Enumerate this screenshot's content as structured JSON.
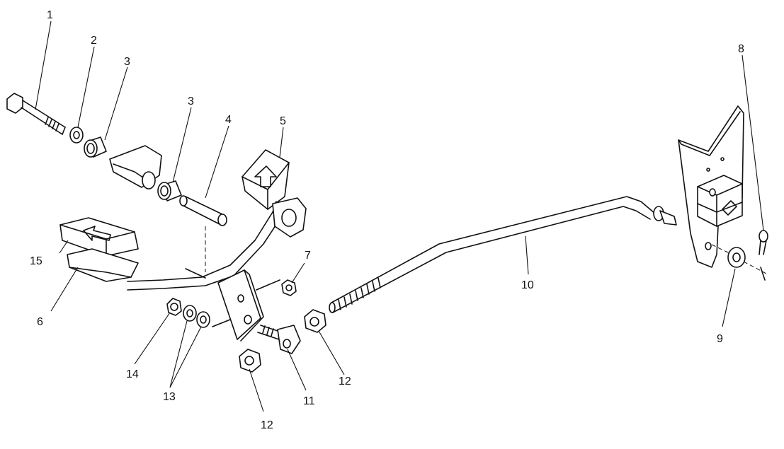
{
  "callouts": [
    {
      "id": "c1",
      "text": "1"
    },
    {
      "id": "c2",
      "text": "2"
    },
    {
      "id": "c3a",
      "text": "3"
    },
    {
      "id": "c3b",
      "text": "3"
    },
    {
      "id": "c4",
      "text": "4"
    },
    {
      "id": "c5",
      "text": "5"
    },
    {
      "id": "c6",
      "text": "6"
    },
    {
      "id": "c7",
      "text": "7"
    },
    {
      "id": "c8",
      "text": "8"
    },
    {
      "id": "c9",
      "text": "9"
    },
    {
      "id": "c10",
      "text": "10"
    },
    {
      "id": "c11",
      "text": "11"
    },
    {
      "id": "c12a",
      "text": "12"
    },
    {
      "id": "c12b",
      "text": "12"
    },
    {
      "id": "c13",
      "text": "13"
    },
    {
      "id": "c14",
      "text": "14"
    },
    {
      "id": "c15",
      "text": "15"
    }
  ]
}
